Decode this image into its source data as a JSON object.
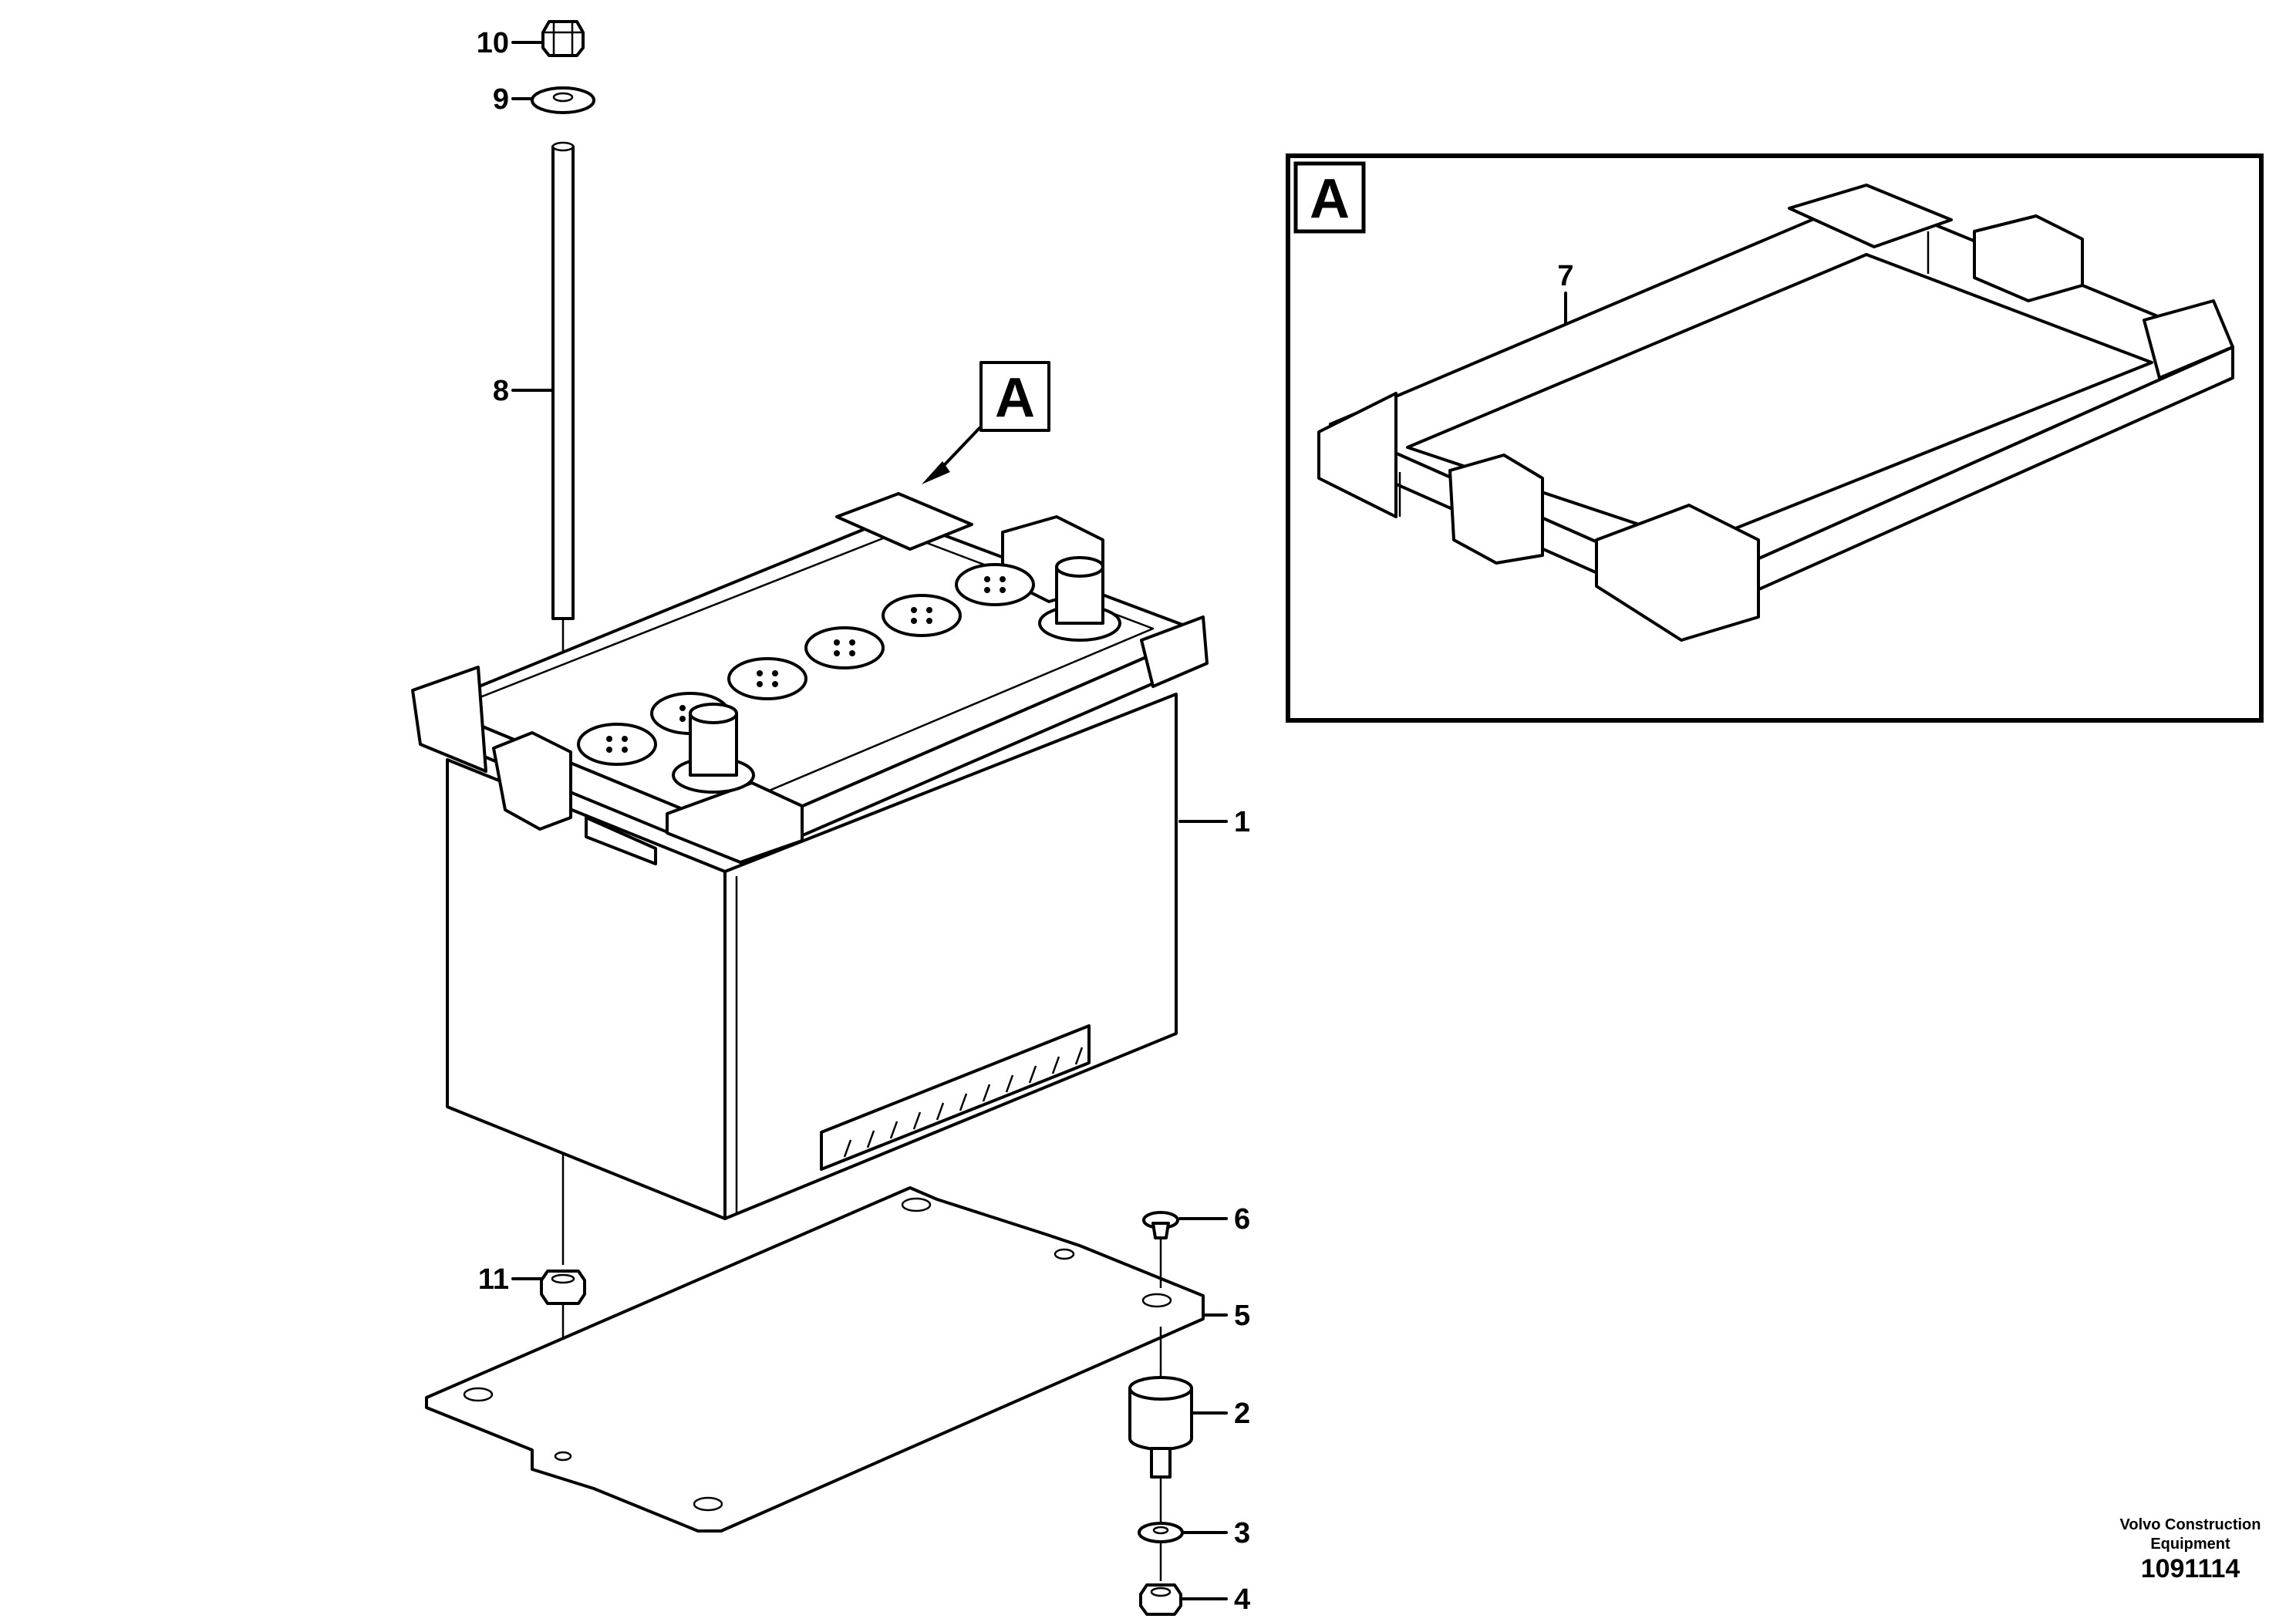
{
  "callouts": {
    "c1": "1",
    "c2": "2",
    "c3": "3",
    "c4": "4",
    "c5": "5",
    "c6": "6",
    "c7": "7",
    "c8": "8",
    "c9": "9",
    "c10": "10",
    "c11": "11"
  },
  "detail": {
    "pointer_label": "A",
    "box_label": "A"
  },
  "footer": {
    "brand_line1": "Volvo Construction",
    "brand_line2": "Equipment",
    "doc_number": "1091114"
  },
  "colors": {
    "line": "#000000",
    "background": "#ffffff"
  }
}
